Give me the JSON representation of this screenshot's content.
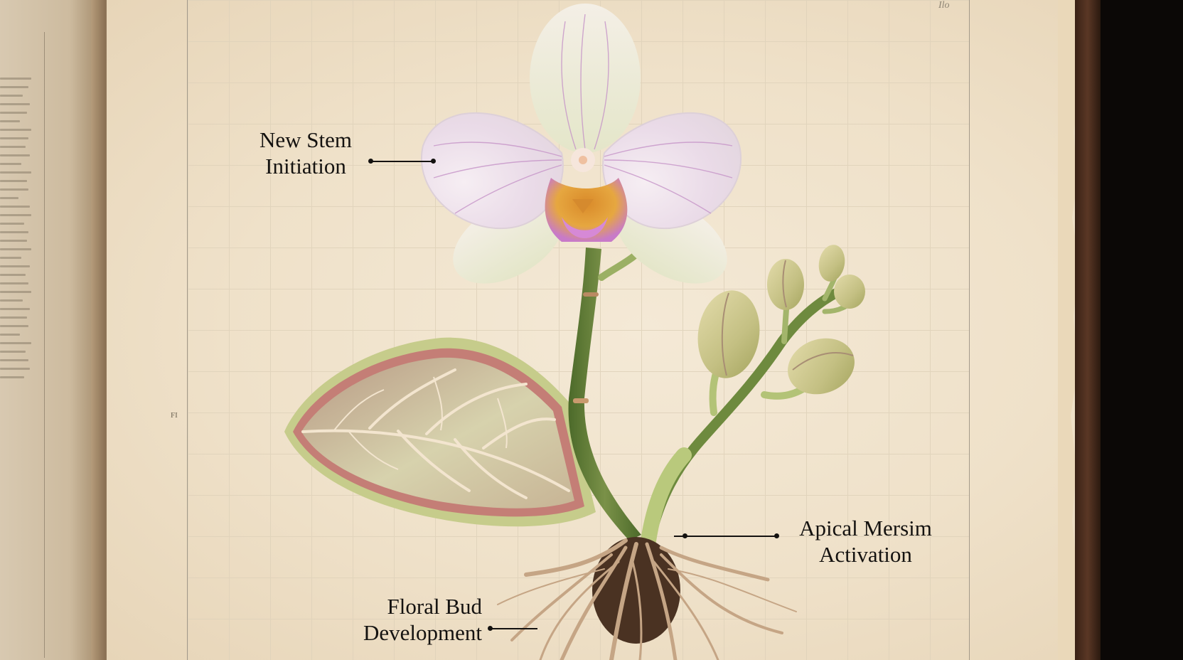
{
  "figure": {
    "subject": "Orchid plant botanical illustration",
    "corner_mark": "Ilo",
    "margin_mark": "FI"
  },
  "labels": {
    "new_stem": {
      "line1": "New Stem",
      "line2": "Initiation"
    },
    "apical": {
      "line1": "Apical Mersim",
      "line2": "Activation"
    },
    "floral_bud": {
      "line1": "Floral Bud",
      "line2": "Development"
    }
  },
  "colors": {
    "paper": "#f0e4cf",
    "grid_line": "#e0d3bb",
    "text": "#141210",
    "petal": "#efe6ec",
    "petal_vein": "#b47fb8",
    "stem_dark": "#5f7a36",
    "stem_light": "#b7c77c",
    "root": "#c9a98a",
    "root_ball": "#4a3222",
    "frame": "#3a2216"
  }
}
